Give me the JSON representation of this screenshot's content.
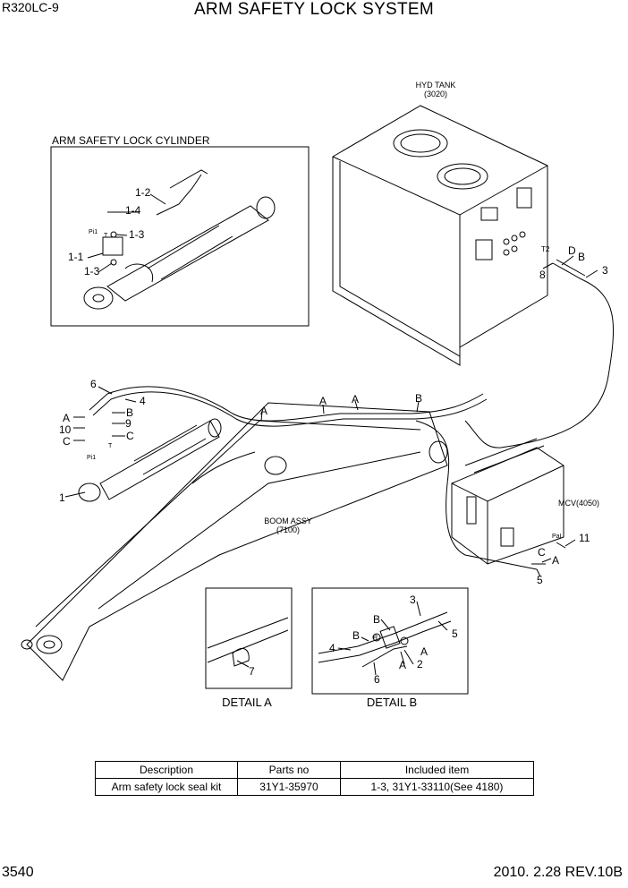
{
  "header": {
    "model": "R320LC-9",
    "title": "ARM SAFETY LOCK SYSTEM"
  },
  "footer": {
    "page": "3540",
    "date_rev": "2010. 2.28  REV.10B"
  },
  "inset": {
    "title": "ARM SAFETY LOCK CYLINDER",
    "labels": {
      "p1_2": "1-2",
      "p1_4": "1-4",
      "p1_3a": "1-3",
      "p1_1": "1-1",
      "p1_3b": "1-3",
      "pi1": "Pi1",
      "t": "T"
    }
  },
  "tank": {
    "name": "HYD TANK",
    "code": "(3020)",
    "t2": "T2",
    "d": "D",
    "b": "B",
    "n8": "8",
    "n3": "3"
  },
  "boom": {
    "name": "BOOM ASSY",
    "code": "(7100)",
    "labels": {
      "n6": "6",
      "n4": "4",
      "a1": "A",
      "n10": "10",
      "c1": "C",
      "b1": "B",
      "n9": "9",
      "c2": "C",
      "pi1": "Pi1",
      "t": "T",
      "n1": "1",
      "a_top1": "A",
      "a_top2": "A",
      "a_top3": "A",
      "b_top": "B"
    }
  },
  "mcv": {
    "name": "MCV(4050)",
    "pal": "PaL",
    "n11": "11",
    "c": "C",
    "a": "A",
    "n5": "5"
  },
  "detail_a": {
    "title": "DETAIL  A",
    "n7": "7"
  },
  "detail_b": {
    "title": "DETAIL  B",
    "n3": "3",
    "b1": "B",
    "n4": "4",
    "b2": "B",
    "r": "R",
    "n5": "5",
    "a1": "A",
    "a2": "A",
    "n2": "2",
    "n6": "6"
  },
  "parts_table": {
    "headers": [
      "Description",
      "Parts no",
      "Included item"
    ],
    "rows": [
      [
        "Arm safety lock seal kit",
        "31Y1-35970",
        "1-3, 31Y1-33110(See 4180)"
      ]
    ]
  }
}
